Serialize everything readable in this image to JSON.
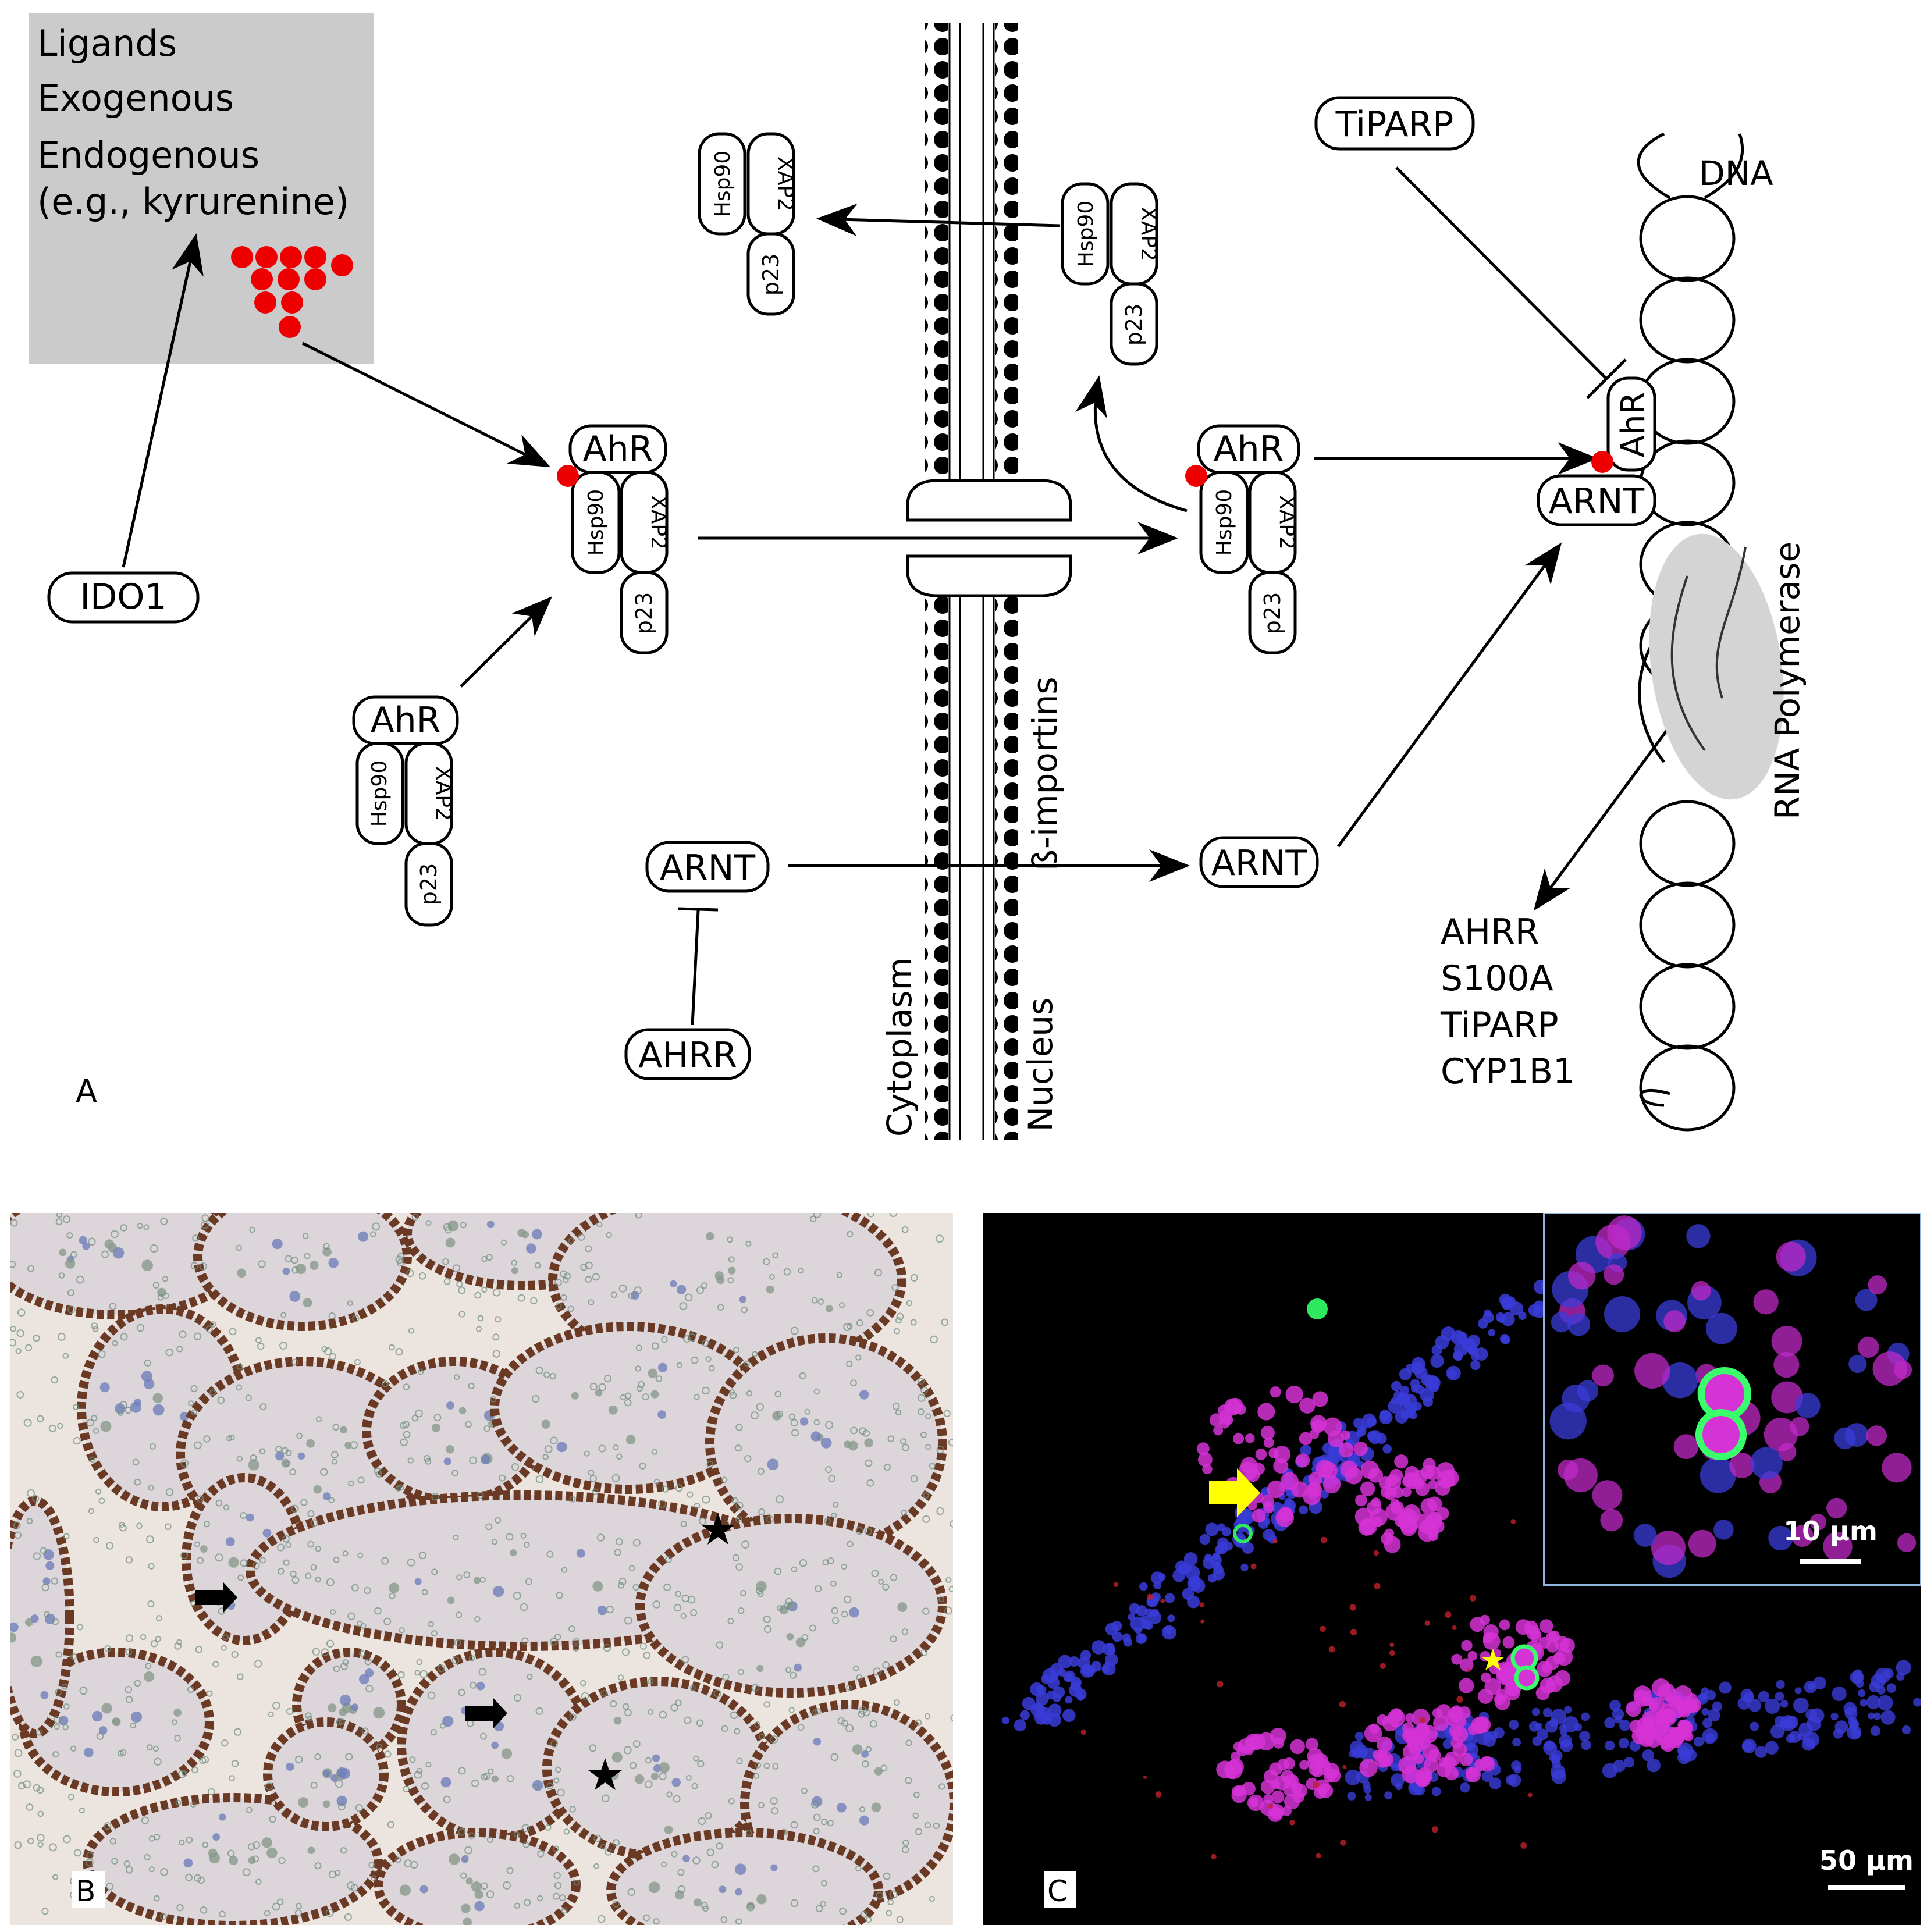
{
  "panel_a": {
    "label": "A",
    "ligand_box": {
      "line1": "Ligands",
      "line2": "Exogenous",
      "line3": "Endogenous",
      "line4": "(e.g., kyrurenine)"
    },
    "ido1": "IDO1",
    "ahr": "AhR",
    "hsp90": "Hsp90",
    "xap2": "XAP2",
    "p23": "p23",
    "arnt": "ARNT",
    "ahrr": "AHRR",
    "tiparp": "TiPARP",
    "dna": "DNA",
    "rna_polymerase": "RNA Polymerase",
    "beta_importins": "ß-importins",
    "cytoplasm": "Cytoplasm",
    "nucleus": "Nucleus",
    "target_genes": [
      "AHRR",
      "S100A",
      "TiPARP",
      "CYP1B1"
    ],
    "colors": {
      "ligand_dot": "#ee0000",
      "ligand_box_fill": "#cbcbcb",
      "polymerase_fill": "#d4d4d4",
      "membrane": "#000000"
    }
  },
  "panel_b": {
    "label": "B",
    "colors": {
      "background": "#ece5df",
      "villus_stroma": "#d9d3d6",
      "nuclei_brown": "#6b3a24",
      "nuclei_blue": "#6f7fb8",
      "rbc": "#7f9a8c"
    }
  },
  "panel_c": {
    "label": "C",
    "scale_main": "50 µm",
    "scale_inset": "10 µm",
    "colors": {
      "background": "#000000",
      "dapi": "#3a3cd8",
      "magenta": "#d633d6",
      "green": "#39ff6a",
      "arrow": "#ffff00",
      "inset_border": "#8fb4e0"
    }
  }
}
